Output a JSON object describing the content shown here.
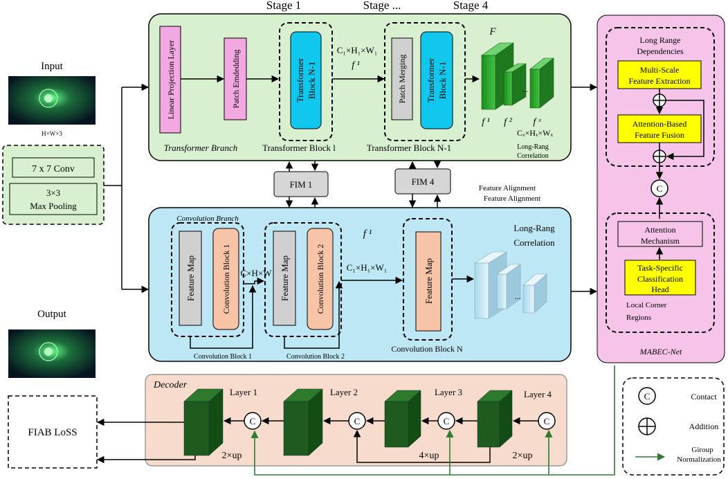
{
  "stages": {
    "s1": "Stage 1",
    "s2": "Stage ...",
    "s4": "Stage 4"
  },
  "input": {
    "title": "Input",
    "dims": "H×W×3"
  },
  "output": {
    "title": "Output"
  },
  "stem": {
    "conv": "7 x 7 Conv",
    "pool_l1": "3×3",
    "pool_l2": "Max Pooling"
  },
  "transformer": {
    "branch_label": "Transformer Branch",
    "linear_proj": "Linear Projection Layer",
    "patch_embed": "Patch Emdedding",
    "block_inner_l1": "Transformer",
    "block_inner_l2": "Block N-1",
    "block1_caption": "Transformer Block l",
    "blockN_caption": "Transformer Block N-1",
    "patch_merge": "Patch Merging",
    "feat_dims": "C₁×H₁×W₁",
    "f_super1": "f ¹",
    "F_label": "F",
    "f1": "f ¹",
    "f2": "f ²",
    "fx": "f ˣ",
    "cx_dims": "Cₓ×Hₓ×Wₓ",
    "long_rang_l1": "Long-Rang",
    "long_rang_l2": "Correlation"
  },
  "fim": {
    "fim1": "FIM 1",
    "fim4": "FIM 4",
    "align1": "Feature Alignment",
    "align2": "Feature Alignment"
  },
  "convolution": {
    "branch_label": "Convolution Branch",
    "feature_map": "Feature Map",
    "conv_block1": "Convolution Block 1",
    "conv_block2": "Convolution Block 2",
    "chw": "C×H×W",
    "c1h1w1": "C₁×H₁×W₁",
    "f_super1": "f ¹",
    "long_rang_l1": "Long-Rang",
    "long_rang_l2": "Correlation",
    "caption1": "Convolution Block 1",
    "caption2": "Convolution Block 2",
    "captionN": "Convolution Block N",
    "dots": "..."
  },
  "mabec": {
    "long_range_l1": "Long Range",
    "long_range_l2": "Dependencies",
    "multiscale_l1": "Multi-Scale",
    "multiscale_l2": "Feature Extraction",
    "attn_fusion_l1": "Attention-Based",
    "attn_fusion_l2": "Feature Fusion",
    "attention_l1": "Attention",
    "attention_l2": "Mechanism",
    "task_l1": "Task-Specific",
    "task_l2": "Classification",
    "task_l3": "Head",
    "local_l1": "Local Corner",
    "local_l2": "Regions",
    "name": "MABEC-Net",
    "c_symbol": "C"
  },
  "decoder": {
    "label": "Decoder",
    "layer1": "Layer 1",
    "layer2": "Layer 2",
    "layer3": "Layer 3",
    "layer4": "Layer 4",
    "up1": "2×up",
    "up2": "4×up",
    "up3": "2×up",
    "c_symbol": "C"
  },
  "loss": {
    "label": "FIAB LoSS"
  },
  "legend": {
    "contact": "Contact",
    "addition": "Addition",
    "group_l1": "Giroup",
    "group_l2": "Normalization",
    "c_symbol": "C"
  },
  "colors": {
    "green_panel": "#d8f0cf",
    "blue_panel": "#bde7f5",
    "pink_panel": "#f5c4e8",
    "decoder_panel": "#f7dccd",
    "magenta": "#f2a8e0",
    "cyan": "#10c8ee",
    "salmon": "#f7c4a8",
    "yellow": "#ffff00",
    "dark_green": "#1f5a1f"
  }
}
